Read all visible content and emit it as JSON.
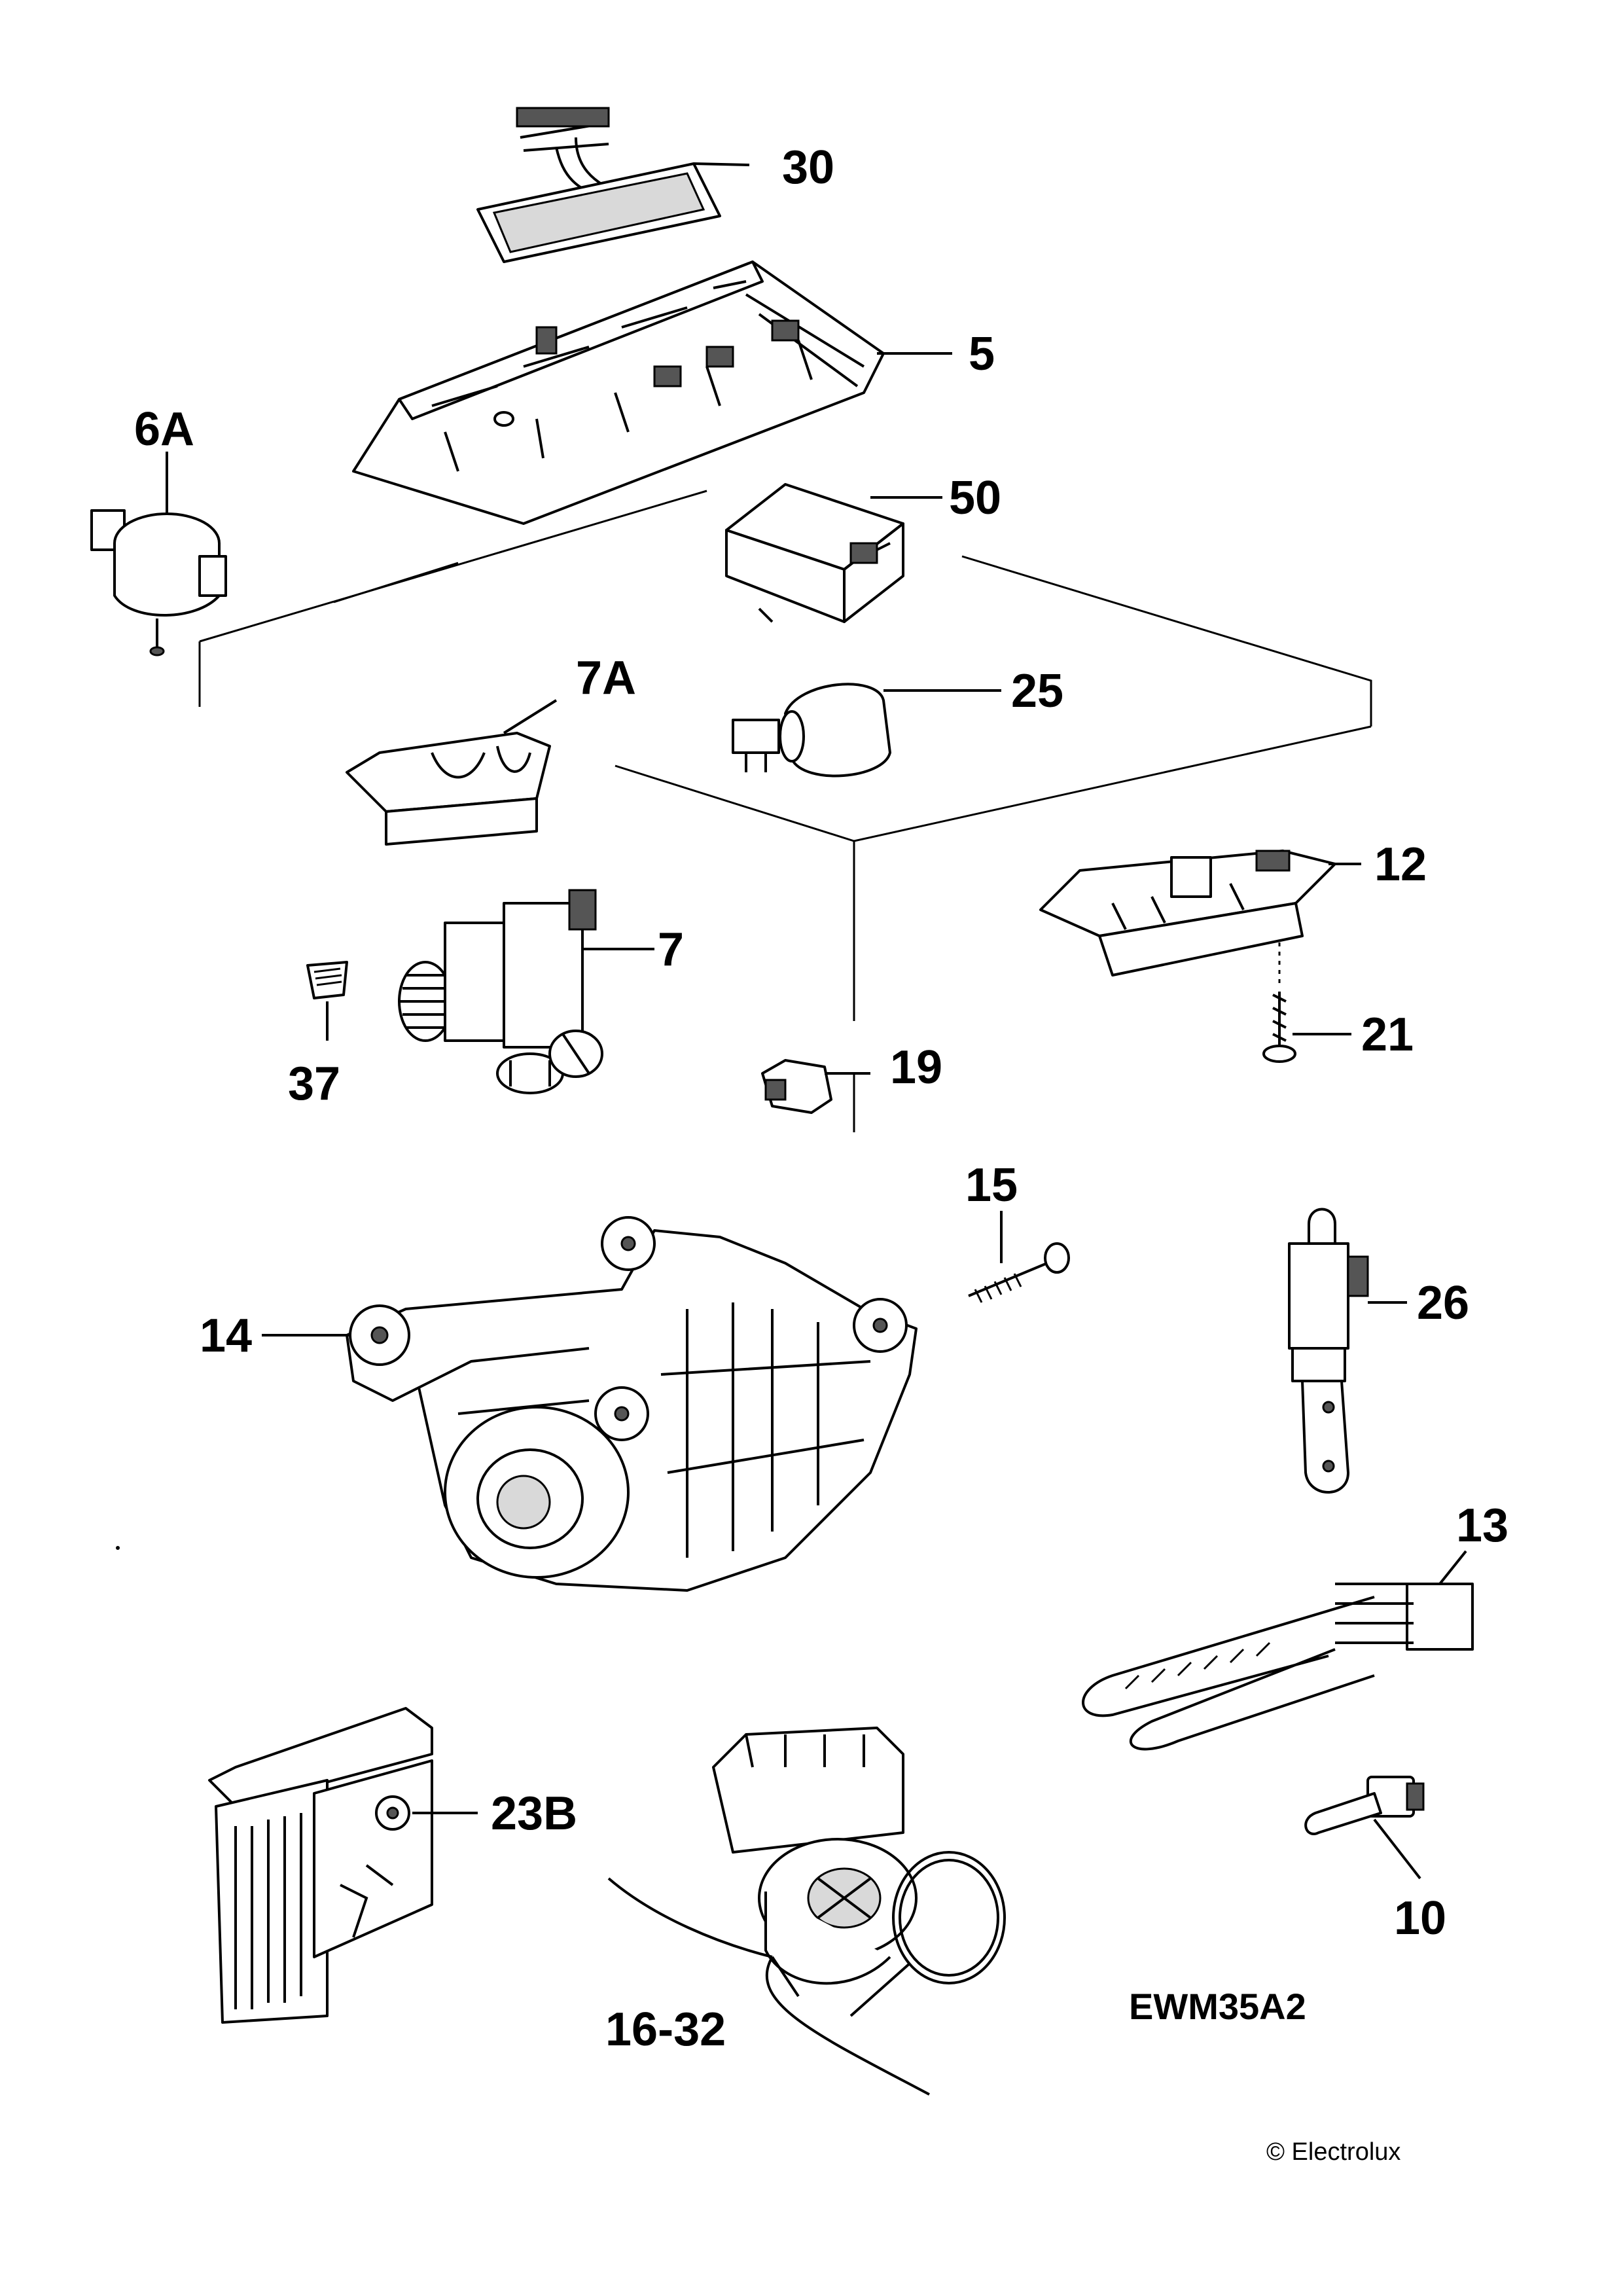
{
  "model": "EWM35A2",
  "copyright": "© Electrolux",
  "part_labels": {
    "p30": "30",
    "p5": "5",
    "p6a": "6A",
    "p50": "50",
    "p7a": "7A",
    "p25": "25",
    "p12": "12",
    "p7": "7",
    "p37": "37",
    "p21": "21",
    "p19": "19",
    "p15": "15",
    "p14": "14",
    "p26": "26",
    "p13": "13",
    "p23b": "23B",
    "p10": "10",
    "p16_32": "16-32"
  }
}
